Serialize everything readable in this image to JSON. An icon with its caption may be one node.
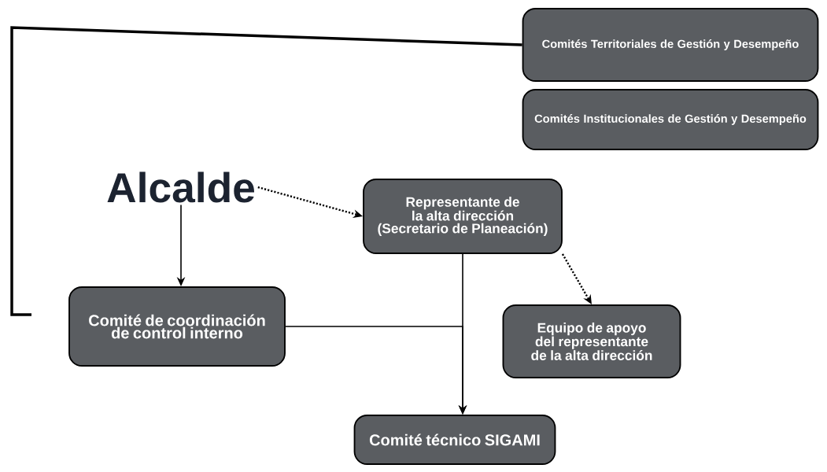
{
  "diagram": {
    "nodes": [
      {
        "text": [
          "Comités Territoriales de Gestión y Desempeño"
        ]
      },
      {
        "text": [
          "Comités Institucionales de Gestión y Desempeño"
        ]
      },
      {
        "text": [
          "Alcalde"
        ]
      },
      {
        "text": [
          "Representante de la alta dirección (Secretario de Planeación)"
        ]
      },
      {
        "text": [
          "Comité de coordinación de control interno"
        ]
      },
      {
        "text": [
          "Equipo de apoyo del representante de la alta dirección"
        ]
      },
      {
        "text": [
          "Comité técnico SIGAMI"
        ]
      }
    ],
    "edges": [
      {
        "from": 2,
        "to": 3,
        "arrow": "to",
        "style": "dashed"
      },
      {
        "from": 2,
        "to": 4,
        "arrow": "to"
      },
      {
        "from": 3,
        "to": 6,
        "arrow": "to"
      },
      {
        "from": 4,
        "to": 6,
        "arrow": "to"
      },
      {
        "from": 3,
        "to": 5,
        "arrow": "to",
        "style": "dashed"
      },
      {
        "from": 0,
        "to": null,
        "arrow": "none",
        "style": "thick"
      }
    ]
  }
}
